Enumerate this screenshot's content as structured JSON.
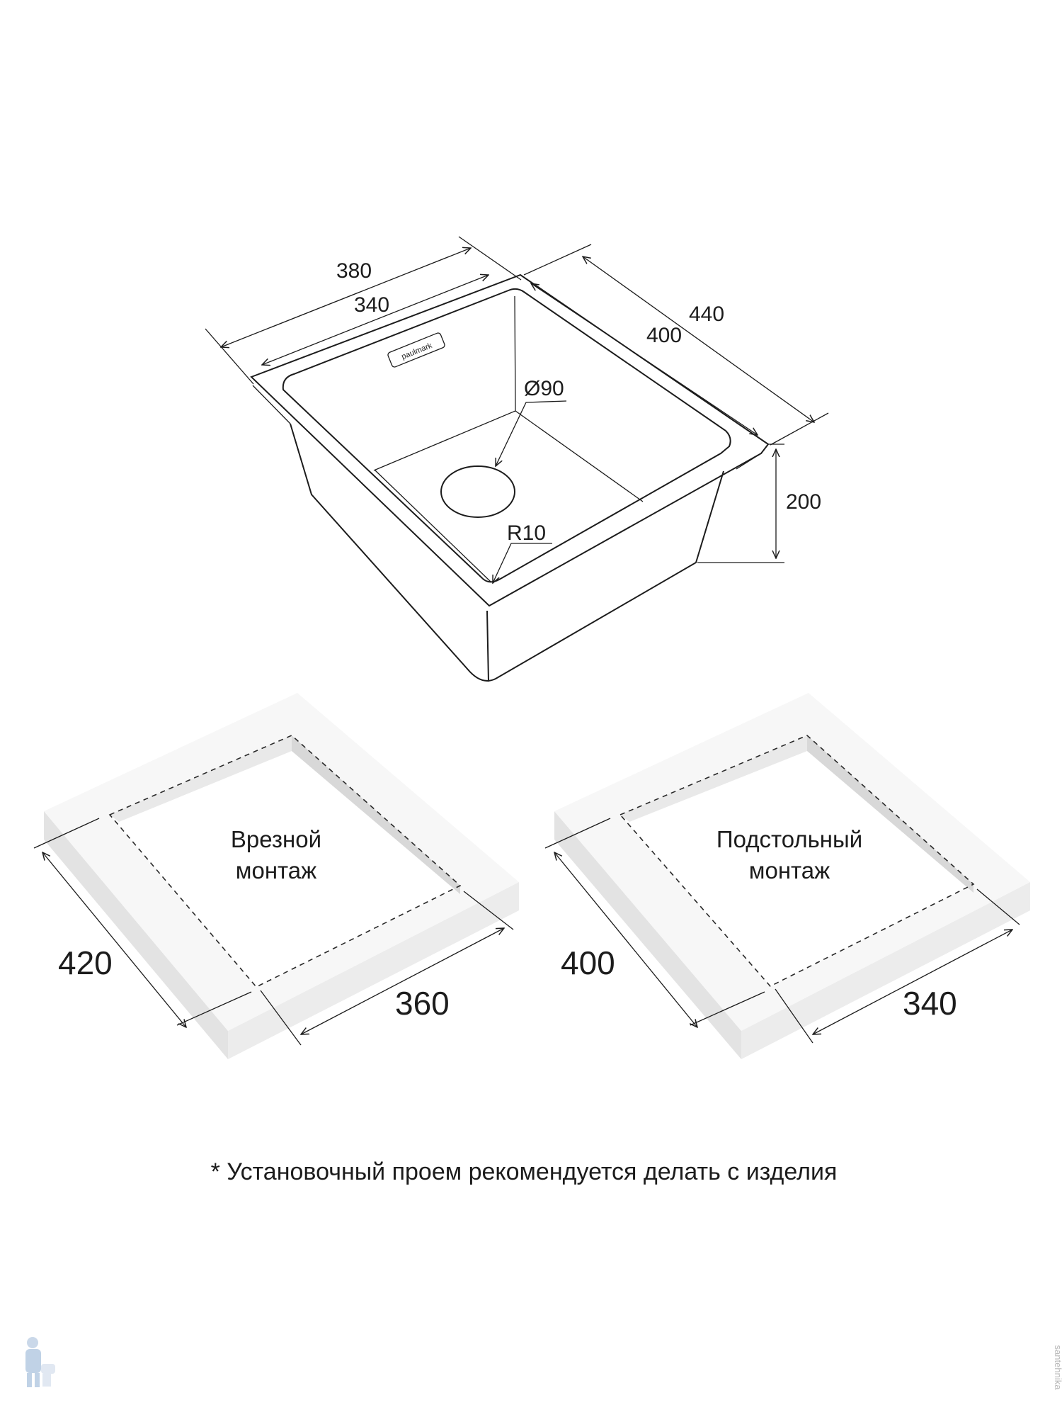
{
  "sink": {
    "dimensions": {
      "outer_width": "380",
      "inner_width": "340",
      "outer_depth": "440",
      "inner_depth": "400",
      "height": "200",
      "drain_diameter": "Ø90",
      "corner_radius": "R10"
    },
    "logo": "paulmark"
  },
  "inset_mount": {
    "label_line1": "Врезной",
    "label_line2": "монтаж",
    "depth": "420",
    "width": "360"
  },
  "undermount": {
    "label_line1": "Подстольный",
    "label_line2": "монтаж",
    "depth": "400",
    "width": "340"
  },
  "footnote": "* Установочный проем рекомендуется делать с изделия",
  "watermark": "santehnika",
  "colors": {
    "line": "#1c1c1c",
    "countertop_top": "#f7f7f7",
    "countertop_edge": "#e3e3e3",
    "cutout_wall": "#d8d8d8"
  }
}
